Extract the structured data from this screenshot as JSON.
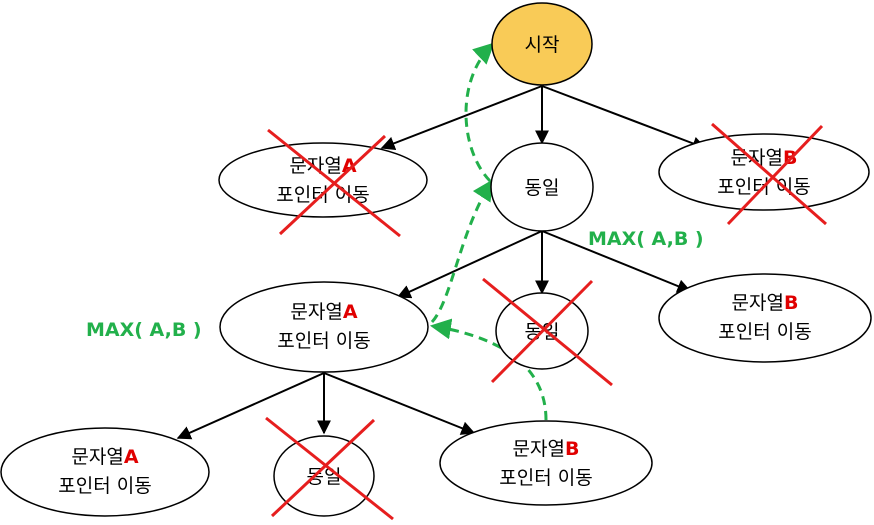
{
  "colors": {
    "start_fill": "#f9cb57",
    "node_fill": "#ffffff",
    "stroke": "#000000",
    "cross": "#e61e1e",
    "letter": "#e00000",
    "green": "#22b04b"
  },
  "nodes": {
    "start": {
      "label": "시작"
    },
    "l1_a": {
      "line1": "문자열",
      "letter": "A",
      "line2": "포인터 이동",
      "crossed": true
    },
    "l1_same": {
      "label": "동일"
    },
    "l1_b": {
      "line1": "문자열",
      "letter": "B",
      "line2": "포인터 이동",
      "crossed": true
    },
    "l2_a": {
      "line1": "문자열",
      "letter": "A",
      "line2": "포인터 이동"
    },
    "l2_same": {
      "label": "동일",
      "crossed": true
    },
    "l2_b": {
      "line1": "문자열",
      "letter": "B",
      "line2": "포인터 이동"
    },
    "l3_a": {
      "line1": "문자열",
      "letter": "A",
      "line2": "포인터 이동"
    },
    "l3_same": {
      "label": "동일",
      "crossed": true
    },
    "l3_b": {
      "line1": "문자열",
      "letter": "B",
      "line2": "포인터 이동"
    }
  },
  "labels": {
    "max_top": "MAX( A,B )",
    "max_left": "MAX( A,B )"
  }
}
